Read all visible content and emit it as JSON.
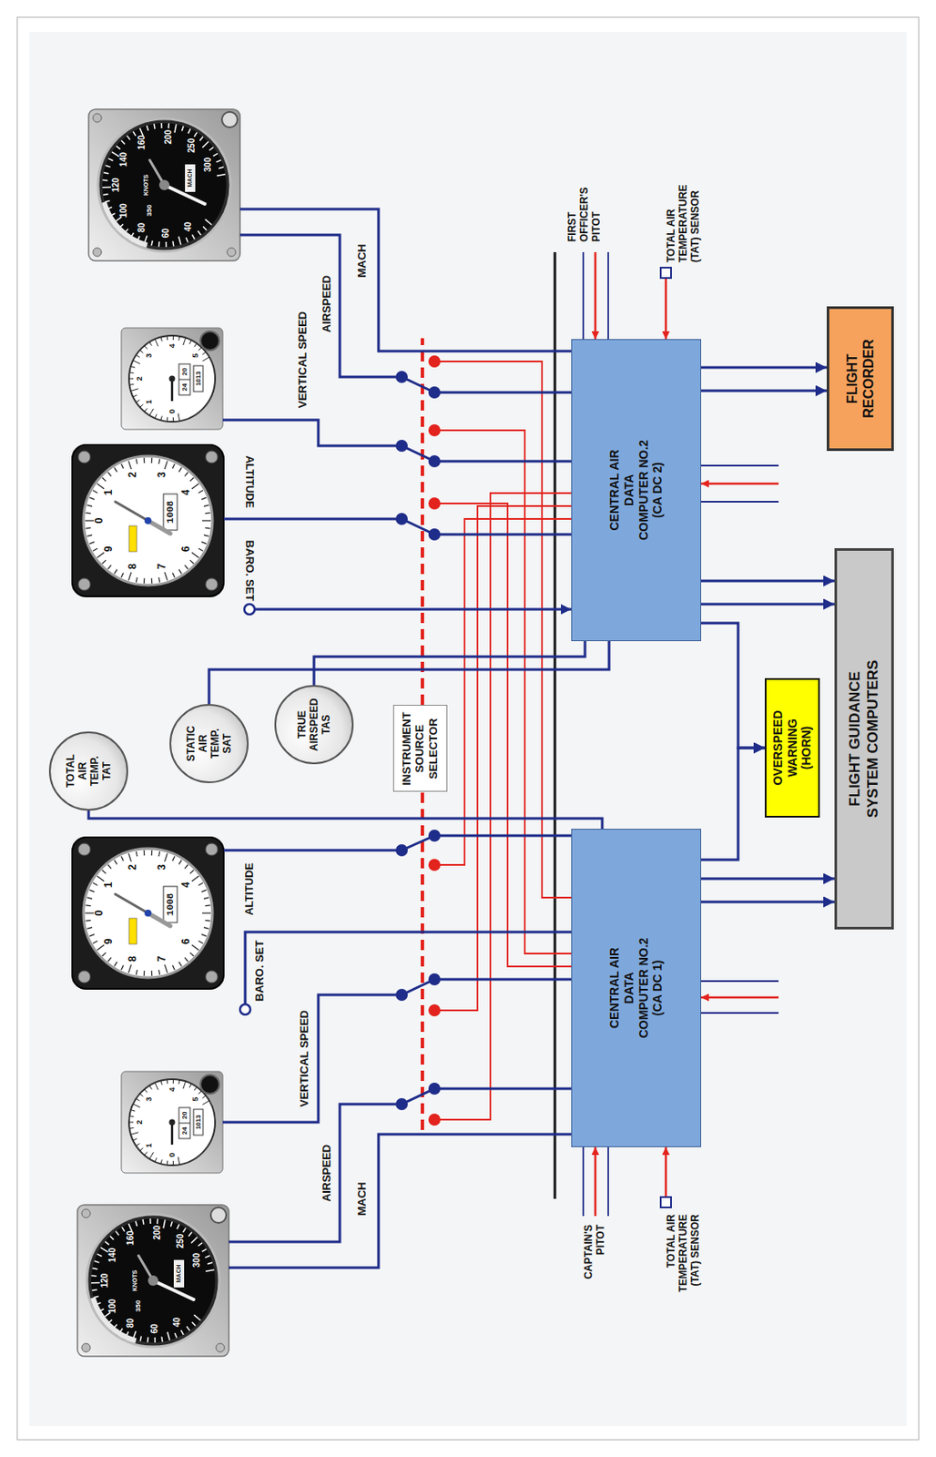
{
  "diagram": {
    "nodes": [
      {
        "text": [
          "TOTAL AIR TEMP. TAT"
        ]
      },
      {
        "text": [
          "STATIC AIR TEMP. SAT"
        ]
      },
      {
        "text": [
          "TRUE AIRSPEED TAS"
        ]
      },
      {
        "text": [
          "INSTRUMENT SOURCE SELECTOR"
        ]
      },
      {
        "text": [
          "CENTRAL AIR DATA COMPUTER NO.2 (CA DC 2)"
        ]
      },
      {
        "text": [
          "CENTRAL AIR DATA COMPUTER NO.2 (CA DC 1)"
        ]
      },
      {
        "text": [
          "FLIGHT RECORDER"
        ]
      },
      {
        "text": [
          "OVERSPEED WARNING (HORN)"
        ]
      },
      {
        "text": [
          "FLIGHT GUIDANCE SYSTEM COMPUTERS"
        ]
      }
    ],
    "edges": [
      {
        "from": 5,
        "to": 0,
        "arrow": "none"
      },
      {
        "from": 4,
        "to": 1,
        "arrow": "none"
      },
      {
        "from": 4,
        "to": 2,
        "arrow": "none"
      },
      {
        "from": 4,
        "to": 6,
        "arrow": "to"
      },
      {
        "from": 4,
        "to": 6,
        "arrow": "to"
      },
      {
        "from": 4,
        "to": 8,
        "arrow": "to"
      },
      {
        "from": 4,
        "to": 8,
        "arrow": "to"
      },
      {
        "from": 5,
        "to": 8,
        "arrow": "to"
      },
      {
        "from": 5,
        "to": 8,
        "arrow": "to"
      },
      {
        "from": 4,
        "to": 7,
        "arrow": "to"
      },
      {
        "from": 5,
        "to": 7,
        "arrow": "to"
      }
    ],
    "labels": [
      "AIRSPEED",
      "MACH",
      "VERTICAL SPEED",
      "BARO. SET",
      "ALTITUDE",
      "ALTITUDE",
      "BARO. SET",
      "VERTICAL SPEED",
      "AIRSPEED",
      "MACH",
      "CAPTAIN'S PITOT",
      "TOTAL AIR TEMPERATURE (TAT) SENSOR",
      "FIRST OFFICER'S PITOT",
      "TOTAL AIR TEMPERATURE (TAT) SENSOR",
      "40",
      "60",
      "80",
      "100",
      "120",
      "140",
      "160",
      "200",
      "250",
      "300",
      "350",
      "KNOTS",
      "MACH",
      "40",
      "60",
      "80",
      "100",
      "120",
      "140",
      "160",
      "200",
      "250",
      "300",
      "350",
      "KNOTS",
      "MACH",
      "0",
      "1",
      "2",
      "3",
      "4",
      "5",
      "24",
      "20",
      "1013",
      "0",
      "1",
      "2",
      "3",
      "4",
      "5",
      "24",
      "20",
      "1013",
      "0",
      "1",
      "2",
      "3",
      "4",
      "6",
      "7",
      "8",
      "9",
      "1008",
      "0",
      "1",
      "2",
      "3",
      "4",
      "6",
      "7",
      "8",
      "9",
      "1008"
    ]
  }
}
